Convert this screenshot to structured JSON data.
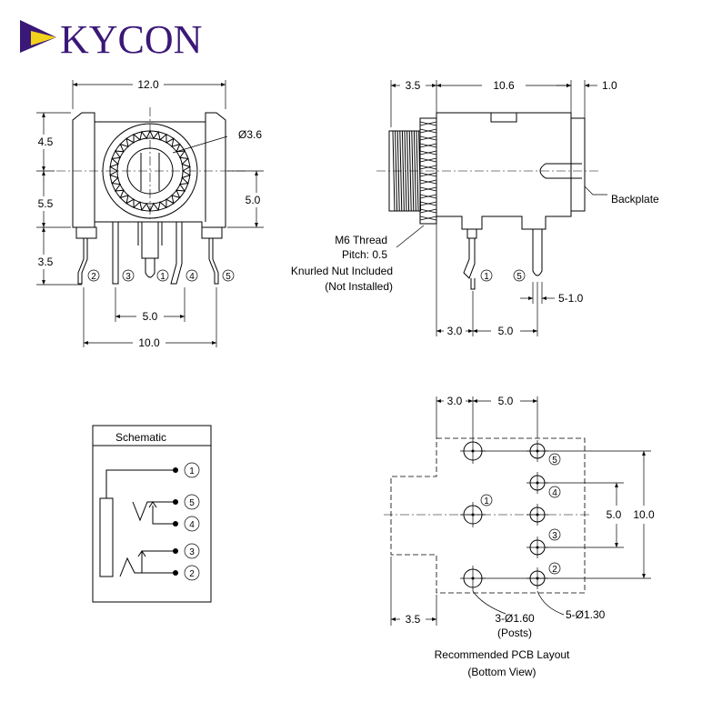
{
  "brand": {
    "name": "KYCON",
    "logo_colors": {
      "purple": "#3a1877",
      "yellow": "#f2d21b"
    }
  },
  "front_view": {
    "dim_width_top": "12.0",
    "dim_hole": "Ø3.6",
    "dim_left_upper": "4.5",
    "dim_left_middle": "5.5",
    "dim_left_lower": "3.5",
    "dim_right": "5.0",
    "dim_pin_span": "5.0",
    "dim_width_bottom": "10.0",
    "pins": [
      "2",
      "3",
      "1",
      "4",
      "5"
    ]
  },
  "side_view": {
    "dim_thread_len": "3.5",
    "dim_body_len": "10.6",
    "dim_backplate": "1.0",
    "label_thread": "M6 Thread",
    "label_pitch": "Pitch: 0.5",
    "label_nut": "Knurled Nut Included",
    "label_nut_note": "(Not Installed)",
    "label_backplate": "Backplate",
    "dim_pin_dia": "5-1.0",
    "dim_offset_a": "3.0",
    "dim_offset_b": "5.0",
    "pins": [
      "1",
      "5"
    ]
  },
  "schematic": {
    "title": "Schematic",
    "pins": [
      "1",
      "5",
      "4",
      "3",
      "2"
    ]
  },
  "pcb_layout": {
    "dim_top_a": "3.0",
    "dim_top_b": "5.0",
    "dim_right_inner": "5.0",
    "dim_right_outer": "10.0",
    "dim_left_bottom": "3.5",
    "label_posts_dia": "3-Ø1.60",
    "label_posts": "(Posts)",
    "label_holes": "5-Ø1.30",
    "title": "Recommended PCB Layout",
    "subtitle": "(Bottom View)",
    "pins": [
      "5",
      "4",
      "1",
      "3",
      "2"
    ]
  }
}
